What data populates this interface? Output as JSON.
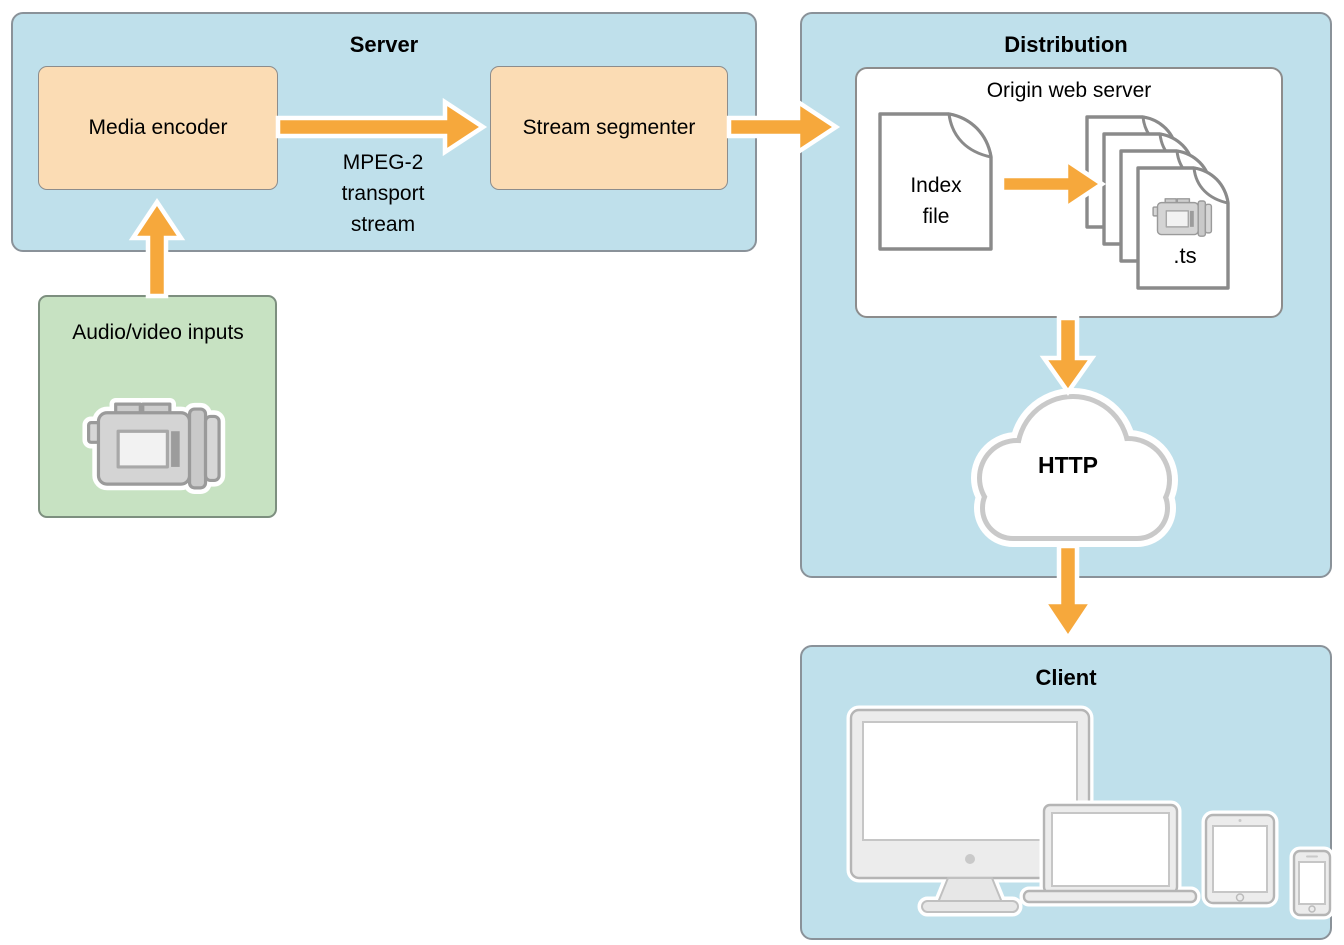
{
  "colors": {
    "panel-blue": "#bfe0eb",
    "panel-border": "#8a9299",
    "node-orange": "#fbdcb4",
    "node-border": "#8c8c8c",
    "green-fill": "#c7e2c2",
    "green-border": "#7d8f7f",
    "arrow-orange": "#f6a83c",
    "page-border": "#8a8a8a",
    "cloud-gray": "#c9c9c9",
    "device-gray": "#ececec",
    "device-border": "#b5b5b5"
  },
  "server": {
    "title": "Server",
    "encoder_label": "Media encoder",
    "segmenter_label": "Stream segmenter",
    "stream_label": "MPEG-2 transport stream"
  },
  "inputs": {
    "label": "Audio/video inputs"
  },
  "distribution": {
    "title": "Distribution",
    "origin_title": "Origin web server",
    "index_label": "Index file",
    "ts_label": ".ts",
    "http_label": "HTTP"
  },
  "client": {
    "title": "Client"
  },
  "icons": {
    "camcorder": "video-camera-icon",
    "index_file": "document-page-icon",
    "ts_stack": "stacked-files-icon",
    "cloud": "network-cloud-icon",
    "devices": [
      "imac-icon",
      "macbook-icon",
      "ipad-icon",
      "iphone-icon"
    ],
    "arrows": "flow-arrow-icon"
  }
}
